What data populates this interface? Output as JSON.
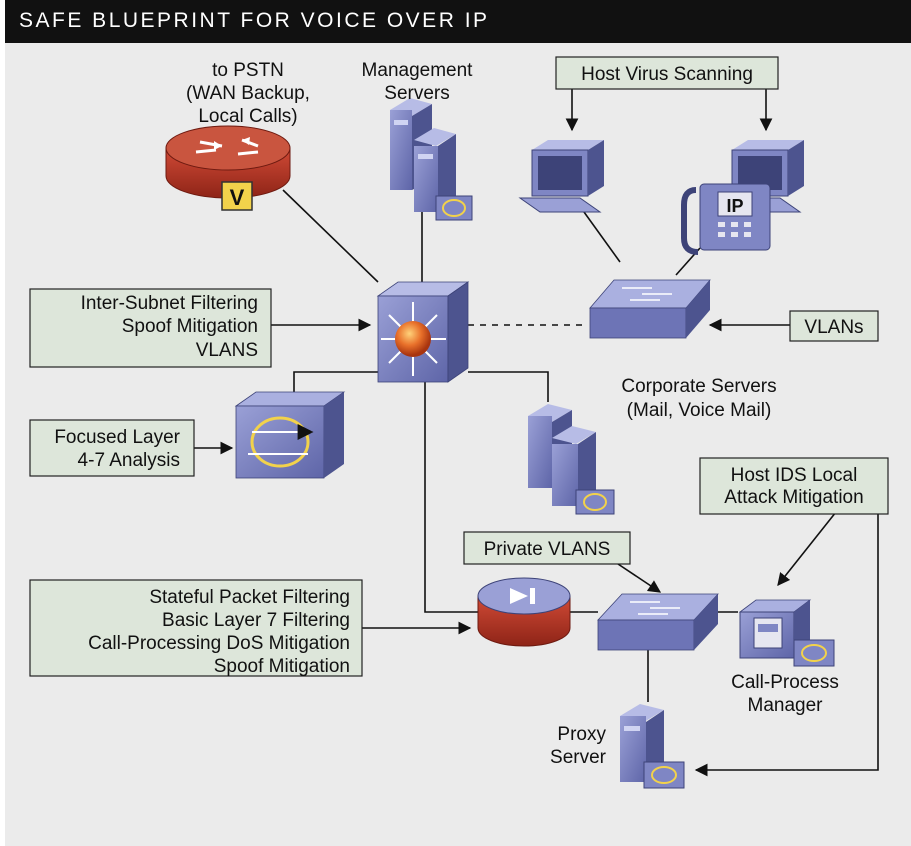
{
  "title": "SAFE BLUEPRINT FOR VOICE OVER IP",
  "colors": {
    "title_bg": "#111111",
    "panel_bg": "#ebebeb",
    "callout_fill": "#dde6da",
    "device_blue": "#7f86c4",
    "firewall_red": "#c0392b",
    "switch_orange": "#e8702a"
  },
  "labels": {
    "pstn": [
      "to PSTN",
      "(WAN Backup,",
      "Local Calls)"
    ],
    "management": [
      "Management",
      "Servers"
    ],
    "router_badge": "V",
    "phone_badge": "IP",
    "corporate": [
      "Corporate Servers",
      "(Mail, Voice Mail)"
    ],
    "call_process": [
      "Call-Process",
      "Manager"
    ],
    "proxy": [
      "Proxy",
      "Server"
    ]
  },
  "callouts": {
    "host_virus": "Host Virus Scanning",
    "inter_subnet": [
      "Inter-Subnet Filtering",
      "Spoof Mitigation",
      "VLANS"
    ],
    "vlans": "VLANs",
    "focused": [
      "Focused Layer",
      "4-7 Analysis"
    ],
    "host_ids": [
      "Host IDS Local",
      "Attack Mitigation"
    ],
    "private_vlans": "Private VLANS",
    "stateful": [
      "Stateful Packet Filtering",
      "Basic Layer 7 Filtering",
      "Call-Processing DoS Mitigation",
      "Spoof Mitigation"
    ]
  }
}
